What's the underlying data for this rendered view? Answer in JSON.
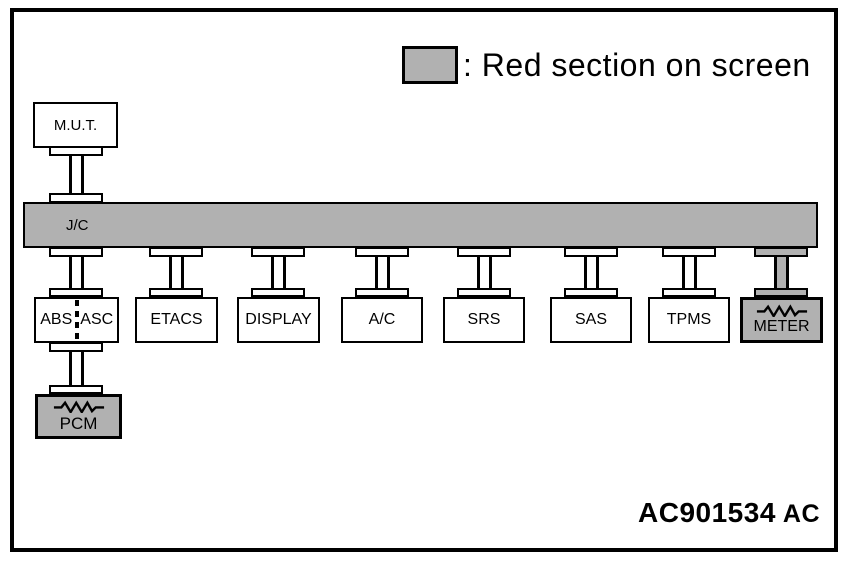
{
  "legend": {
    "text": ": Red section on screen",
    "swatch_color": "#b1b1b1"
  },
  "bus": {
    "label": "J/C"
  },
  "mut": {
    "label": "M.U.T."
  },
  "modules": {
    "abs": "ABS",
    "asc": "ASC",
    "etacs": "ETACS",
    "display": "DISPLAY",
    "ac": "A/C",
    "srs": "SRS",
    "sas": "SAS",
    "tpms": "TPMS",
    "meter": "METER",
    "pcm": "PCM"
  },
  "figure": {
    "code": "AC901534",
    "suffix": "AC"
  },
  "colors": {
    "section_highlight_gray": "#b1b1b1",
    "line_black": "#000000"
  }
}
